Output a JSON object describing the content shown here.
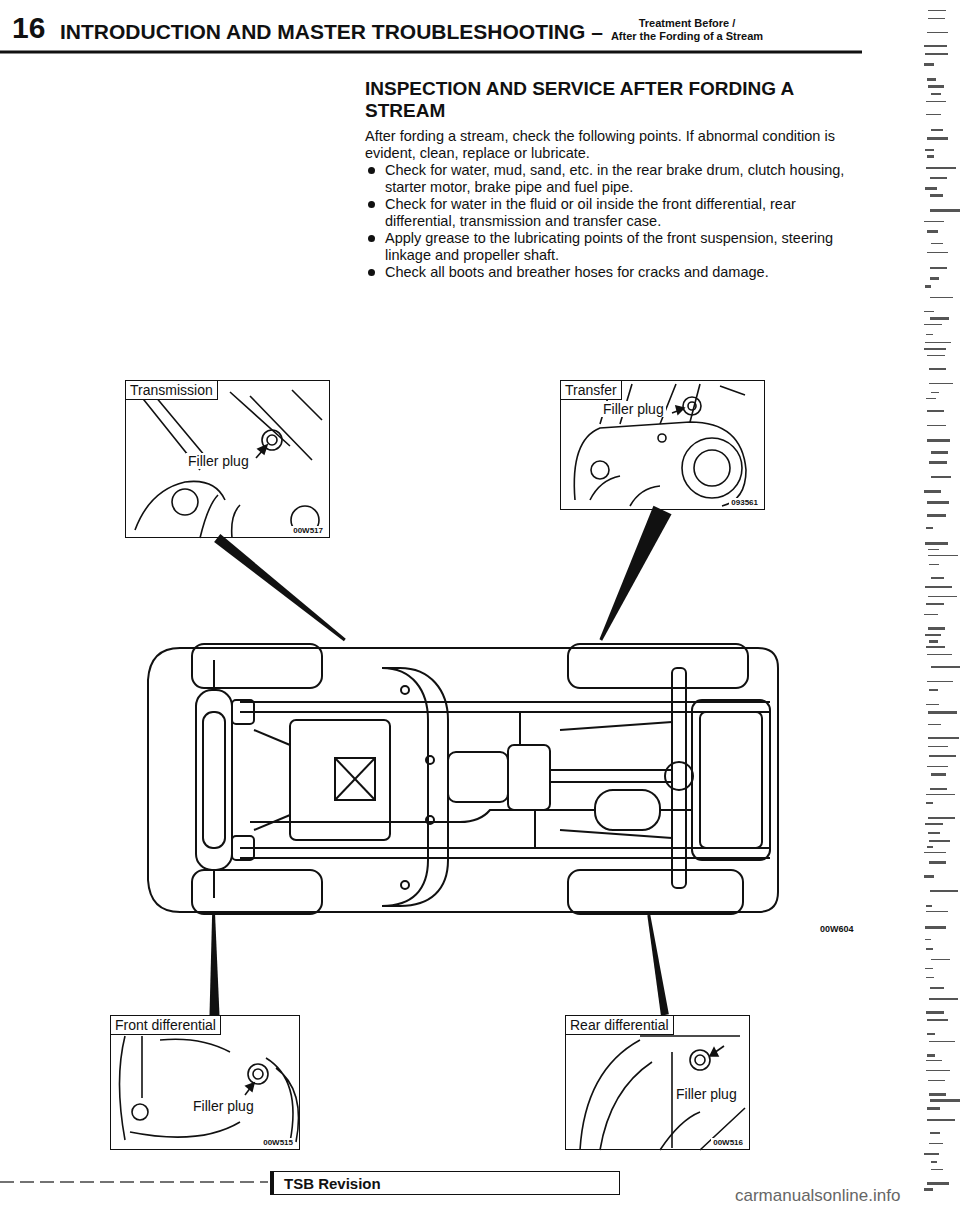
{
  "diagram": {
    "title": "INSPECTION AND SERVICE AFTER FORDING A STREAM",
    "nodes": [
      {
        "text": [
          "Transmission",
          "Filler plug",
          "00W517"
        ]
      },
      {
        "text": [
          "Transfer",
          "Filler plug",
          "093561"
        ]
      },
      {
        "text": [
          "00W604"
        ]
      },
      {
        "text": [
          "Front differential",
          "Filler plug",
          "00W515"
        ]
      },
      {
        "text": [
          "Rear differential",
          "Filler plug",
          "00W516"
        ]
      },
      {
        "text": [
          "TSB Revision"
        ]
      }
    ],
    "edges": [
      {
        "from": 0,
        "to": 2,
        "arrow": "none"
      },
      {
        "from": 1,
        "to": 2,
        "arrow": "none"
      },
      {
        "from": 3,
        "to": 2,
        "arrow": "none"
      },
      {
        "from": 4,
        "to": 2,
        "arrow": "none"
      }
    ],
    "labels": [
      "16",
      "INTRODUCTION AND MASTER TROUBLESHOOTING –",
      "Treatment Before /",
      "After the Fording of a Stream",
      "After fording a stream, check the following points. If abnormal condition is evident, clean, replace or lubricate.",
      "Check for water, mud, sand, etc. in the rear brake drum, clutch housing, starter motor, brake pipe and fuel pipe.",
      "Check for water in the fluid or oil inside the front differential, rear differential, transmission and transfer case.",
      "Apply grease to the lubricating points of the front suspension, steering linkage and propeller shaft.",
      "Check all boots and breather hoses for cracks and damage.",
      "carmanualsonline.info"
    ]
  }
}
